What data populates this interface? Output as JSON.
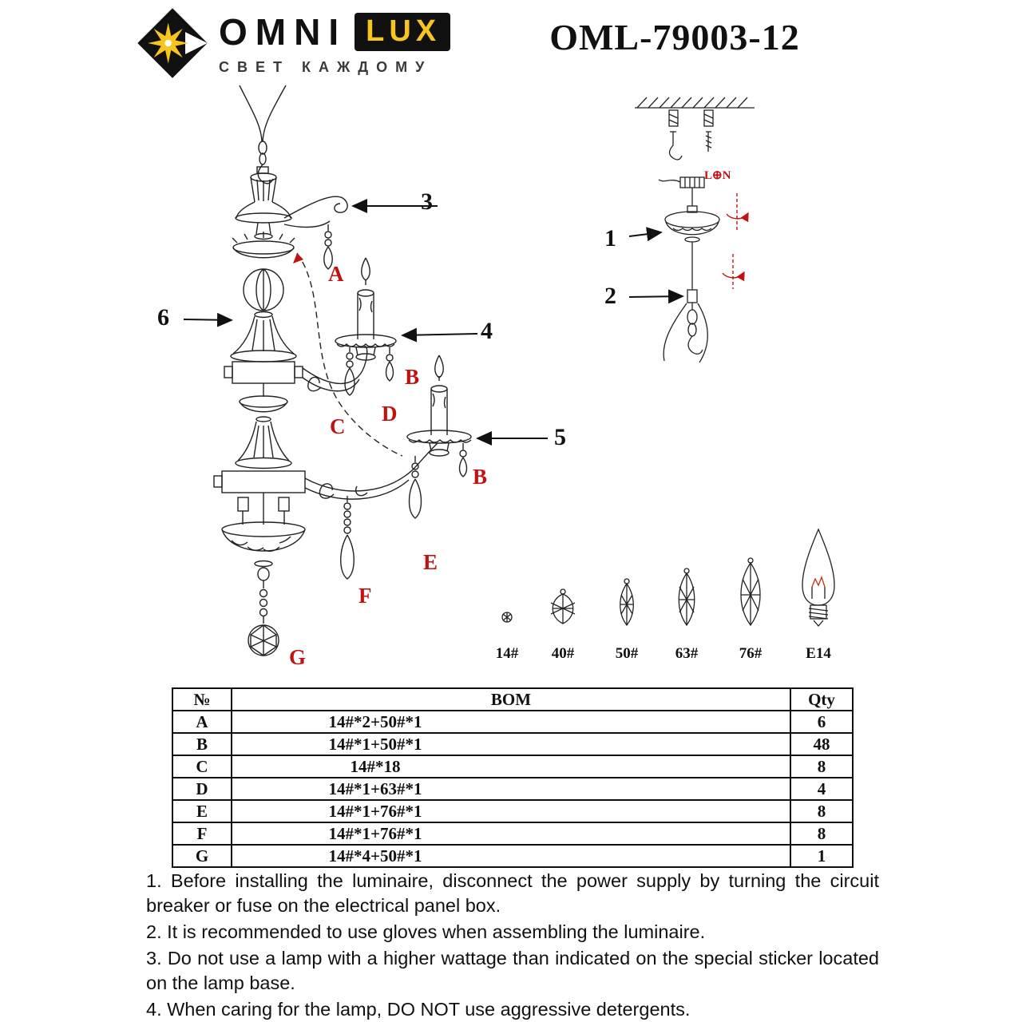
{
  "header": {
    "brand": {
      "main": "OMNI",
      "accent": "LUX",
      "subtitle": "СВЕТ КАЖДОМУ"
    },
    "model": "OML-79003-12"
  },
  "diagram": {
    "callouts": {
      "c1": "1",
      "c2": "2",
      "c3": "3",
      "c4": "4",
      "c5": "5",
      "c6": "6"
    },
    "part_labels": {
      "a": "A",
      "b1": "B",
      "c": "C",
      "d": "D",
      "b2": "B",
      "e": "E",
      "f": "F",
      "g": "G"
    },
    "mount_wiring_label": "L⊕N"
  },
  "crystal_legend": [
    {
      "label": "14#"
    },
    {
      "label": "40#"
    },
    {
      "label": "50#"
    },
    {
      "label": "63#"
    },
    {
      "label": "76#"
    },
    {
      "label": "E14"
    }
  ],
  "bom_table": {
    "headers": {
      "no": "№",
      "bom": "BOM",
      "qty": "Qty"
    },
    "rows": [
      {
        "no": "A",
        "bom": "14#*2+50#*1",
        "qty": "6"
      },
      {
        "no": "B",
        "bom": "14#*1+50#*1",
        "qty": "48"
      },
      {
        "no": "C",
        "bom": "14#*18",
        "qty": "8"
      },
      {
        "no": "D",
        "bom": "14#*1+63#*1",
        "qty": "4"
      },
      {
        "no": "E",
        "bom": "14#*1+76#*1",
        "qty": "8"
      },
      {
        "no": "F",
        "bom": "14#*1+76#*1",
        "qty": "8"
      },
      {
        "no": "G",
        "bom": "14#*4+50#*1",
        "qty": "1"
      }
    ]
  },
  "instructions": [
    "1. Before installing the luminaire, disconnect the power supply by turning the circuit breaker or fuse on the electrical panel box.",
    "2. It is recommended to use gloves when assembling the luminaire.",
    "3. Do not use a lamp with a higher wattage than indicated on the special sticker located on the lamp base.",
    "4. When caring for the lamp, DO NOT use aggressive detergents."
  ],
  "colors": {
    "label_red": "#c11212",
    "brand_yellow": "#f7c51e",
    "line": "#222222"
  }
}
